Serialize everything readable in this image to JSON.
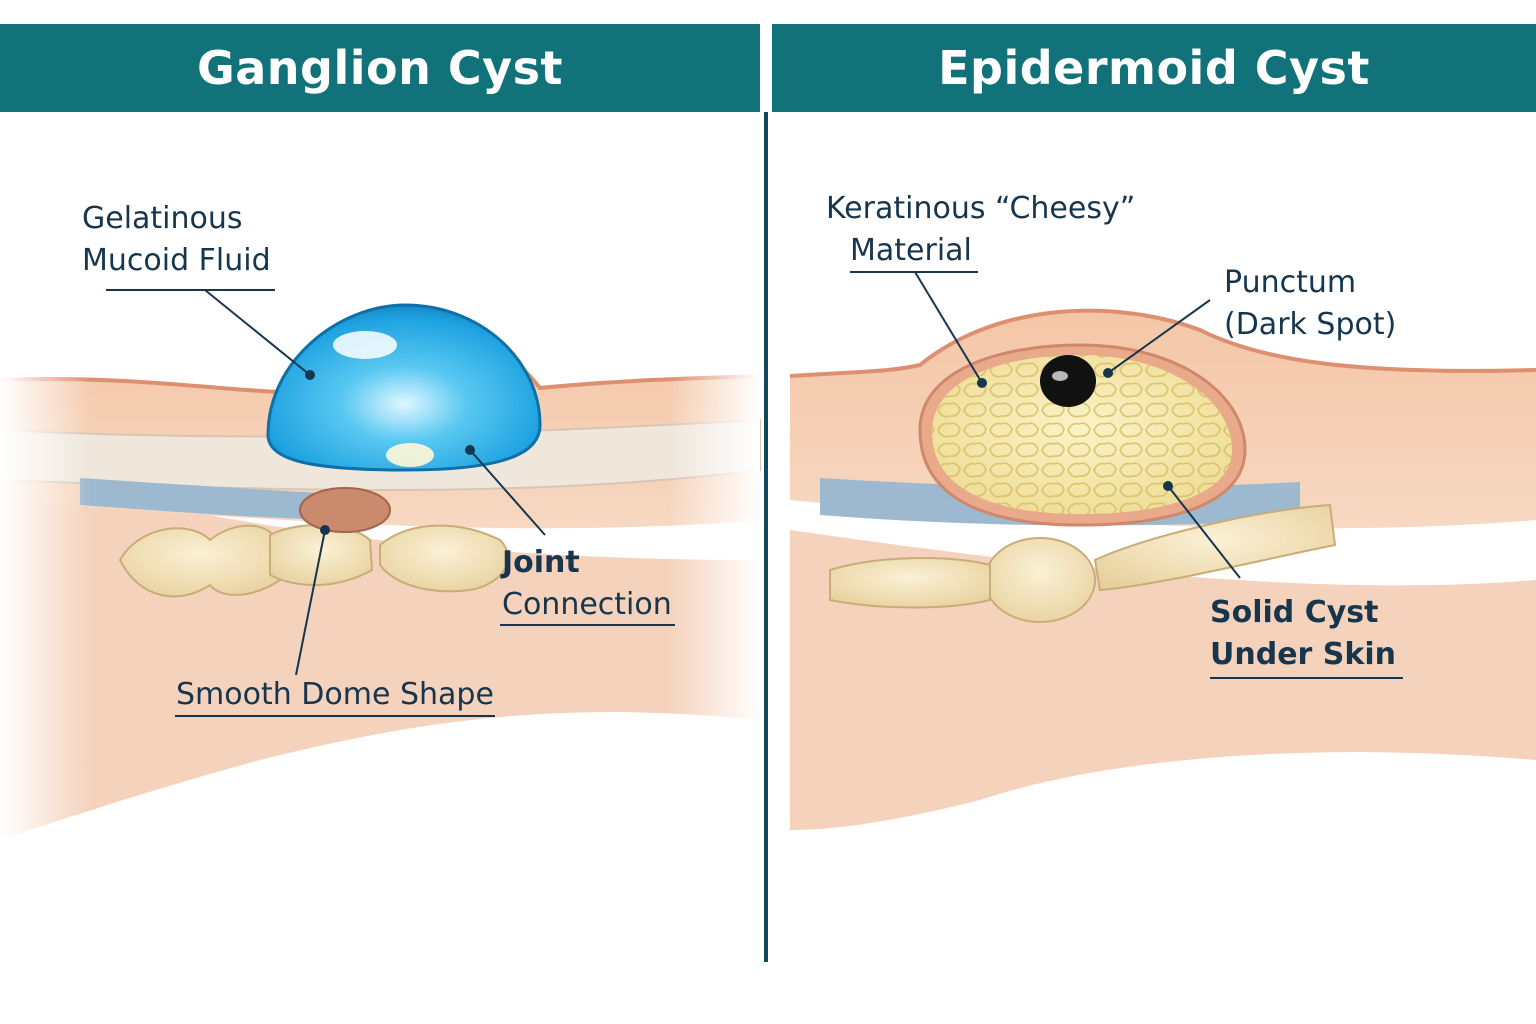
{
  "panels": {
    "left": {
      "title": "Ganglion Cyst",
      "labels": {
        "fluid": [
          "Gelatinous",
          "Mucoid Fluid"
        ],
        "joint": [
          "Joint",
          "Connection"
        ],
        "dome": "Smooth Dome Shape"
      }
    },
    "right": {
      "title": "Epidermoid Cyst",
      "labels": {
        "material": [
          "Keratinous “Cheesy”",
          "Material"
        ],
        "punctum": [
          "Punctum",
          "(Dark Spot)"
        ],
        "solid": [
          "Solid Cyst",
          "Under Skin"
        ]
      }
    }
  },
  "colors": {
    "header_bg": "#12727a",
    "label_text": "#17364e",
    "divider": "#0f4a5c",
    "skin": "#f2c1a2",
    "cyst_fluid": "#3fb6ea",
    "keratin": "#f3e6a8"
  }
}
